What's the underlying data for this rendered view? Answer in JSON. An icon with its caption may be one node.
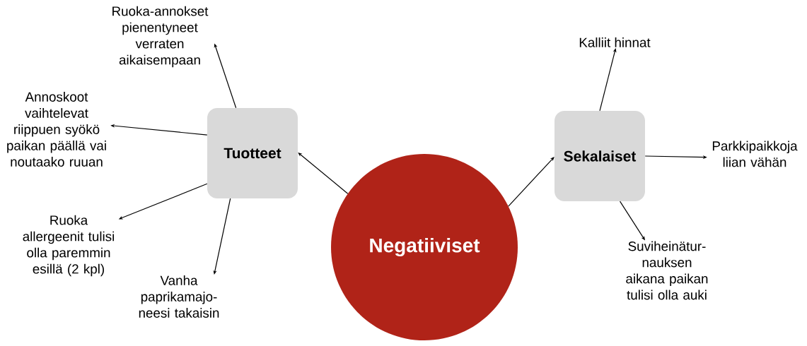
{
  "diagram": {
    "nodes": [
      {
        "text": [
          "Negatiiviset"
        ]
      },
      {
        "text": [
          "Tuotteet"
        ]
      },
      {
        "text": [
          "Sekalaiset"
        ]
      },
      {
        "text": [
          "Ruoka-annokset pienentyneet verraten aikaisempaan"
        ]
      },
      {
        "text": [
          "Annoskoot vaihtelevat riippuen syökö paikan päällä vai noutaako ruuan"
        ]
      },
      {
        "text": [
          "Ruoka allergeenit tulisi olla paremmin esillä (2 kpl)"
        ]
      },
      {
        "text": [
          "Vanha paprikamajo- neesi takaisin"
        ]
      },
      {
        "text": [
          "Kalliit hinnat"
        ]
      },
      {
        "text": [
          "Parkkipaikkoja liian vähän"
        ]
      },
      {
        "text": [
          "Suviheinätur- nauksen aikana paikan tulisi olla auki"
        ]
      }
    ],
    "edges": [
      {
        "from": 0,
        "to": 1,
        "arrow": "to"
      },
      {
        "from": 0,
        "to": 2,
        "arrow": "to"
      },
      {
        "from": 1,
        "to": 3,
        "arrow": "to"
      },
      {
        "from": 1,
        "to": 4,
        "arrow": "to"
      },
      {
        "from": 1,
        "to": 5,
        "arrow": "to"
      },
      {
        "from": 1,
        "to": 6,
        "arrow": "to"
      },
      {
        "from": 2,
        "to": 7,
        "arrow": "to"
      },
      {
        "from": 2,
        "to": 8,
        "arrow": "to"
      },
      {
        "from": 2,
        "to": 9,
        "arrow": "to"
      }
    ]
  }
}
